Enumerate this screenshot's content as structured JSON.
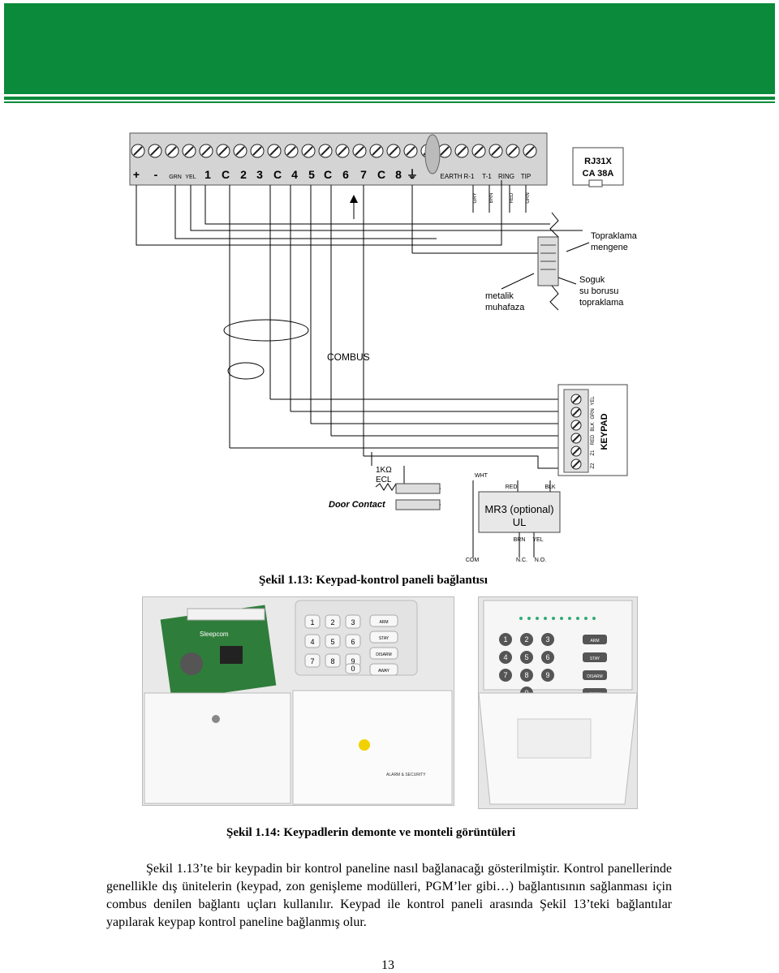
{
  "diagram": {
    "terminal_labels": [
      "+",
      "-",
      "GRN",
      "YEL",
      "1",
      "C",
      "2",
      "3",
      "C",
      "4",
      "5",
      "C",
      "6",
      "7",
      "C",
      "8",
      "⏚"
    ],
    "line_labels": [
      "EARTH",
      "R-1",
      "T-1",
      "RING",
      "TIP"
    ],
    "wire_colors": [
      "GRY",
      "BRN",
      "RED",
      "GRN"
    ],
    "rj31x": "RJ31X",
    "ca38a": "CA 38A",
    "topraklama_mengene": [
      "Topraklama",
      "mengene"
    ],
    "metalik_muhafaza": [
      "metalik",
      "muhafaza"
    ],
    "soguk_su": [
      "Soguk",
      "su borusu",
      "topraklama"
    ],
    "combus": "COMBUS",
    "keypad_label": "KEYPAD",
    "keypad_terms": [
      "YEL",
      "GRN",
      "BLK",
      "RED",
      "Z1",
      "Z2"
    ],
    "resistor": [
      "1KΩ",
      "ECL"
    ],
    "door_contact": "Door Contact",
    "mr3": [
      "MR3 (optional)",
      "UL"
    ],
    "mr3_labels": [
      "WHT",
      "RED",
      "BLK",
      "BRN",
      "YEL",
      "COM",
      "N.C.",
      "N.O."
    ]
  },
  "captions": {
    "fig13": "Şekil 1.13: Keypad-kontrol paneli bağlantısı",
    "fig14": "Şekil 1.14: Keypadlerin demonte ve monteli görüntüleri"
  },
  "photos": {
    "board_brand": "Sleepcom",
    "keypad_buttons": [
      "1",
      "2",
      "3",
      "4",
      "5",
      "6",
      "7",
      "8",
      "9",
      "0"
    ],
    "keypad_func": [
      "ARM",
      "STAY",
      "DISARM",
      "AWAY"
    ],
    "cover_label": "ALARM & SECURITY"
  },
  "body": {
    "paragraph": "Şekil 1.13’te bir keypadin bir kontrol paneline nasıl bağlanacağı gösterilmiştir. Kontrol panellerinde genellikle dış ünitelerin (keypad, zon genişleme modülleri, PGM’ler gibi…) bağlantısının sağlanması için combus denilen bağlantı uçları kullanılır. Keypad ile kontrol paneli arasında Şekil 13’teki bağlantılar yapılarak keypap kontrol paneline bağlanmış olur."
  },
  "page_number": "13",
  "colors": {
    "header_green": "#0a8a3a",
    "board_green": "#2f7d3a"
  }
}
